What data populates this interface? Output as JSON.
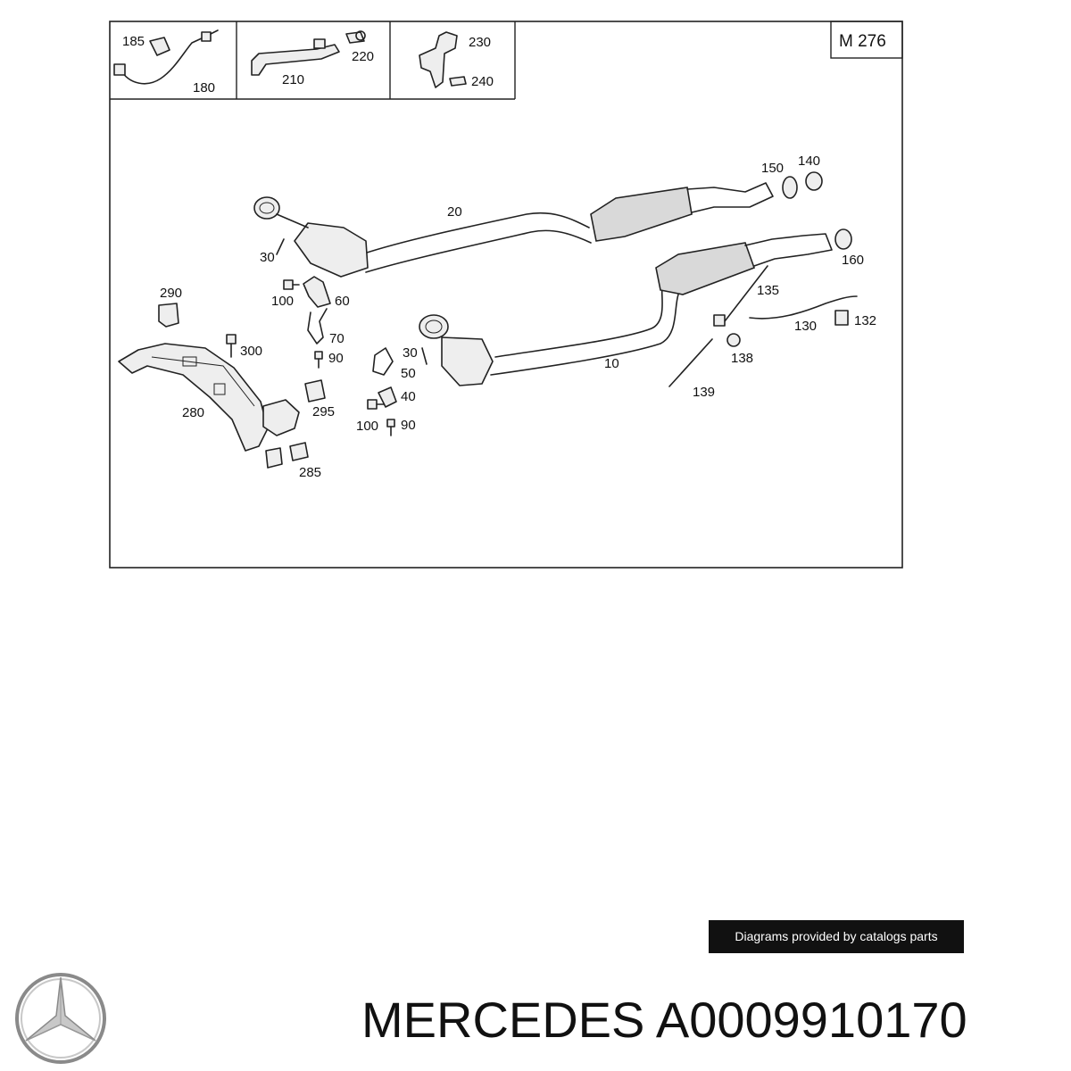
{
  "diagram": {
    "model_code": "M 276",
    "part_labels": [
      {
        "id": "p185",
        "text": "185"
      },
      {
        "id": "p180",
        "text": "180"
      },
      {
        "id": "p220",
        "text": "220"
      },
      {
        "id": "p210",
        "text": "210"
      },
      {
        "id": "p230",
        "text": "230"
      },
      {
        "id": "p240",
        "text": "240"
      },
      {
        "id": "p150",
        "text": "150"
      },
      {
        "id": "p140",
        "text": "140"
      },
      {
        "id": "p20",
        "text": "20"
      },
      {
        "id": "p30a",
        "text": "30"
      },
      {
        "id": "p160",
        "text": "160"
      },
      {
        "id": "p290",
        "text": "290"
      },
      {
        "id": "p100a",
        "text": "100"
      },
      {
        "id": "p60",
        "text": "60"
      },
      {
        "id": "p135",
        "text": "135"
      },
      {
        "id": "p132",
        "text": "132"
      },
      {
        "id": "p130",
        "text": "130"
      },
      {
        "id": "p300",
        "text": "300"
      },
      {
        "id": "p70",
        "text": "70"
      },
      {
        "id": "p90a",
        "text": "90"
      },
      {
        "id": "p30b",
        "text": "30"
      },
      {
        "id": "p50",
        "text": "50"
      },
      {
        "id": "p10",
        "text": "10"
      },
      {
        "id": "p138",
        "text": "138"
      },
      {
        "id": "p40",
        "text": "40"
      },
      {
        "id": "p139",
        "text": "139"
      },
      {
        "id": "p280",
        "text": "280"
      },
      {
        "id": "p295",
        "text": "295"
      },
      {
        "id": "p100b",
        "text": "100"
      },
      {
        "id": "p90b",
        "text": "90"
      },
      {
        "id": "p285",
        "text": "285"
      }
    ]
  },
  "credit": {
    "text": "Diagrams provided by catalogs parts"
  },
  "brand": {
    "title": "MERCEDES A0009910170",
    "logo_icon": "mercedes-star-icon"
  }
}
